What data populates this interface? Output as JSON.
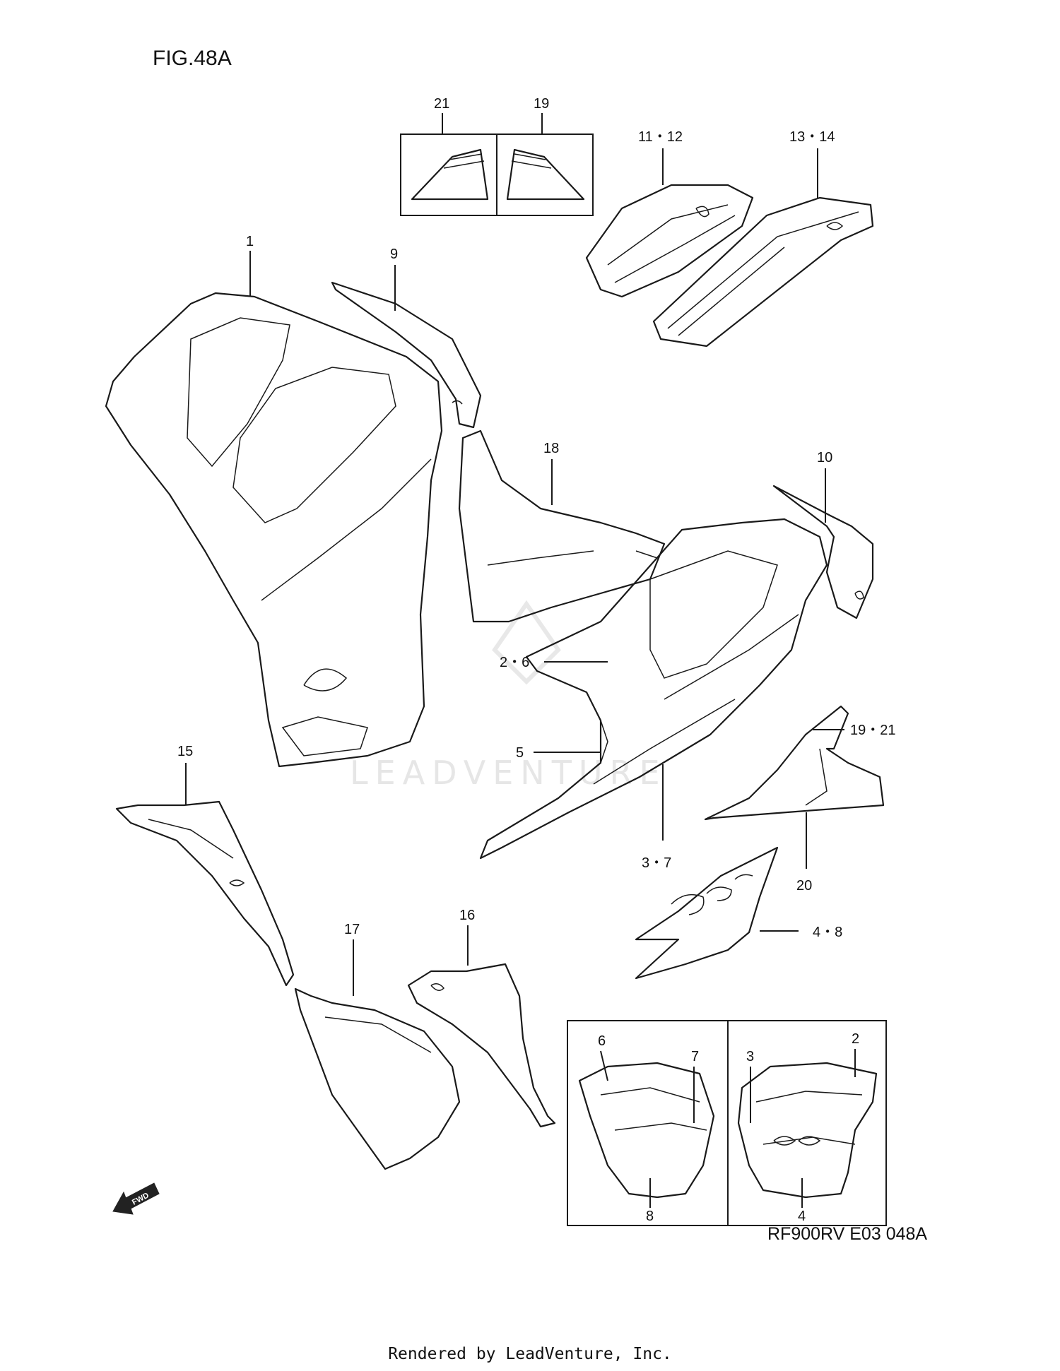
{
  "figure": {
    "title": "FIG.48A",
    "code": "RF900RV E03  048A"
  },
  "footer": {
    "text": "Rendered by LeadVenture, Inc."
  },
  "watermark": {
    "text": "LEADVENTURE"
  },
  "fwd_arrow": {
    "label": "FWD"
  },
  "callouts": [
    "21",
    "19",
    "11・12",
    "13・14",
    "1",
    "9",
    "18",
    "10",
    "2・6",
    "5",
    "19・21",
    "15",
    "3・7",
    "20",
    "4・8",
    "17",
    "16",
    "6",
    "7",
    "8",
    "3",
    "2",
    "4"
  ]
}
